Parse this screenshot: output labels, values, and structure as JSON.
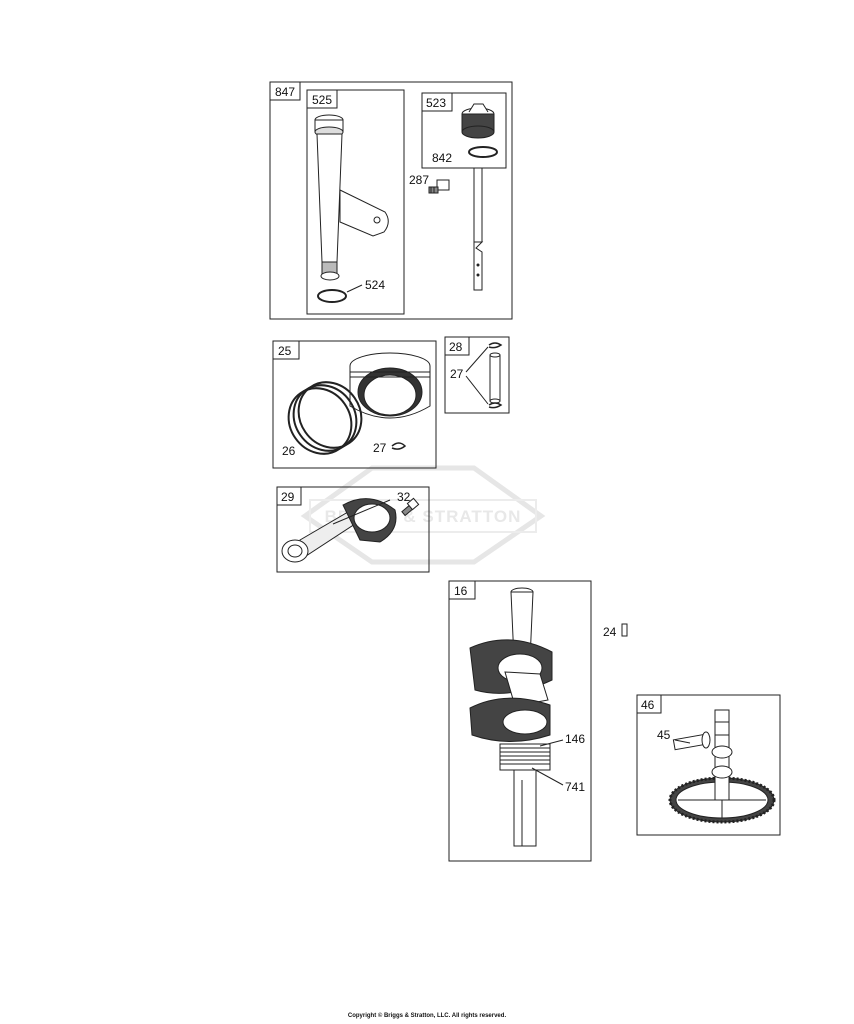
{
  "watermark": {
    "text": "BRIGGS & STRATTON"
  },
  "assemblies": [
    {
      "tag": "847"
    },
    {
      "tag": "525"
    },
    {
      "tag": "523"
    },
    {
      "tag": "25"
    },
    {
      "tag": "28"
    },
    {
      "tag": "29"
    },
    {
      "tag": "16"
    },
    {
      "tag": "46"
    }
  ],
  "callouts": {
    "c842": "842",
    "c287": "287",
    "c524": "524",
    "c27a": "27",
    "c26": "26",
    "c27b": "27",
    "c32": "32",
    "c24": "24",
    "c146": "146",
    "c741": "741",
    "c45": "45"
  },
  "footer": {
    "copyright": "Copyright © Briggs & Stratton, LLC. All rights reserved."
  }
}
